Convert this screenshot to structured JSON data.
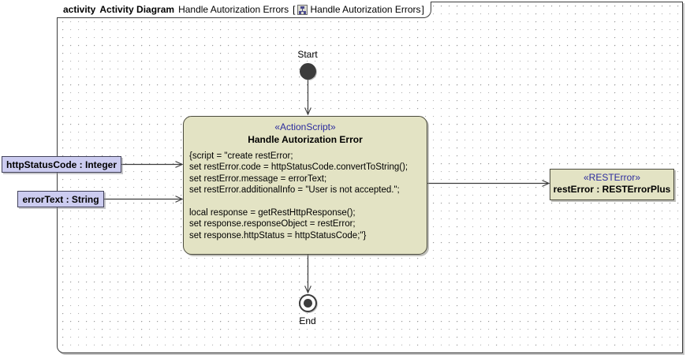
{
  "frame": {
    "keyword": "activity",
    "diagram_type": "Activity Diagram",
    "name": "Handle Autorization Errors",
    "bracket_open": "[",
    "bracket_close": "]",
    "icon": "activity-diagram-icon",
    "qualified_name": "Handle Autorization Errors"
  },
  "nodes": {
    "start": {
      "label": "Start",
      "type": "initial-node"
    },
    "end": {
      "label": "End",
      "type": "activity-final-node"
    },
    "action": {
      "stereotype": "«ActionScript»",
      "title": "Handle Autorization Error",
      "body": "{script = \"create restError;\nset restError.code = httpStatusCode.convertToString();\nset restError.message = errorText;\nset restError.additionalInfo = \"User is not accepted.\";\n\nlocal response = getRestHttpResponse();\nset response.responseObject = restError;\nset response.httpStatus = httpStatusCode;\"}",
      "fill": "#e3e3c4",
      "stroke": "#4a4a3c"
    },
    "output": {
      "stereotype": "«RESTError»",
      "title": "restError : RESTErrorPlus",
      "fill": "#e3e3c4",
      "stroke": "#4a4a3c"
    }
  },
  "pins": [
    {
      "name": "httpStatusCode",
      "type": "Integer",
      "label": "httpStatusCode : Integer",
      "fill": "#ccccf0"
    },
    {
      "name": "errorText",
      "type": "String",
      "label": "errorText : String",
      "fill": "#ccccf0"
    }
  ],
  "edges": [
    {
      "from": "start",
      "to": "action",
      "kind": "control-flow"
    },
    {
      "from": "action",
      "to": "end",
      "kind": "control-flow"
    },
    {
      "from": "httpStatusCode",
      "to": "action",
      "kind": "object-flow"
    },
    {
      "from": "errorText",
      "to": "action",
      "kind": "object-flow"
    },
    {
      "from": "action",
      "to": "output",
      "kind": "object-flow"
    }
  ],
  "colors": {
    "stereotype_text": "#2b2b9e",
    "node_fill": "#e3e3c4",
    "pin_fill": "#ccccf0",
    "edge": "#3c3c3c",
    "frame_border": "#3c3c3c",
    "grid_dot": "#9a9a9a"
  }
}
